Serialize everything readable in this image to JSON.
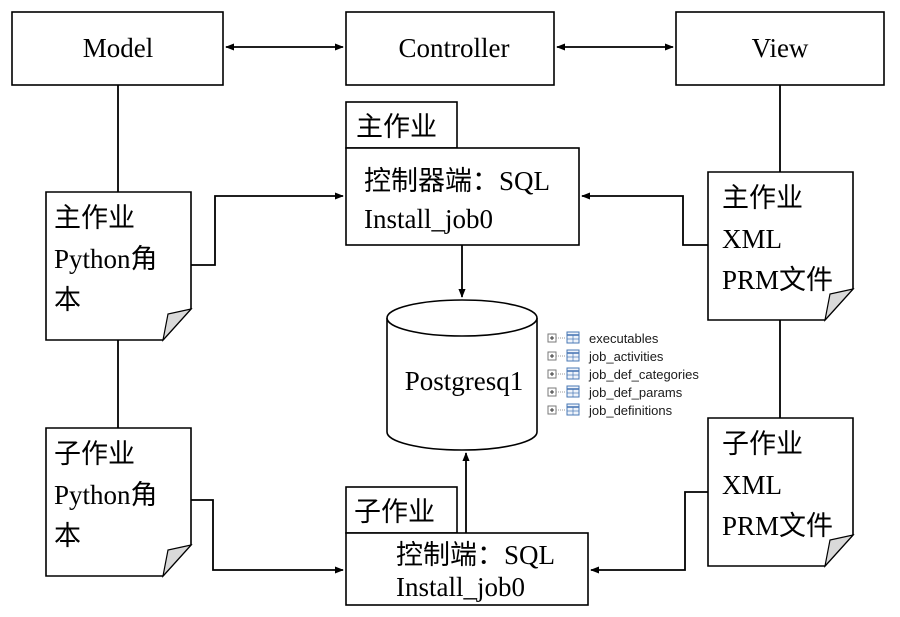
{
  "mvc": {
    "model": "Model",
    "controller": "Controller",
    "view": "View"
  },
  "main_job": {
    "tab": "主作业",
    "controller_lines": [
      "控制器端：SQL",
      "Install_job0"
    ],
    "script_lines": [
      "主作业",
      "Python角",
      "本"
    ],
    "view_lines": [
      "主作业",
      "XML",
      "PRM文件"
    ]
  },
  "sub_job": {
    "tab": "子作业",
    "controller_lines": [
      "控制端：SQL",
      "Install_job0"
    ],
    "script_lines": [
      "子作业",
      "Python角",
      "本"
    ],
    "view_lines": [
      "子作业",
      "XML",
      "PRM文件"
    ]
  },
  "database": {
    "label": "Postgresq1",
    "tables": [
      "executables",
      "job_activities",
      "job_def_categories",
      "job_def_params",
      "job_definitions"
    ]
  },
  "colors": {
    "stroke": "#000000",
    "fold": "#d9d9d9",
    "table_icon": "#4a78b5"
  }
}
